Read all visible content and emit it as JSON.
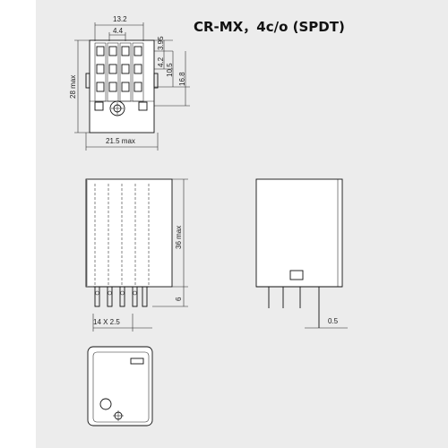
{
  "title": "CR-MX，4c/o (SPDT)",
  "dimensions": {
    "top_width_13_2": "13.2",
    "top_pitch_4_4": "4.4",
    "side_3_95": "3.95",
    "side_4_2": "4.2",
    "side_10_5": "10.5",
    "side_16_8": "16.8",
    "height_28_max": "28 max",
    "width_21_5_max": "21.5 max",
    "height_36_max": "36 max",
    "pin_length_6": "6",
    "pin_pitch": "14 X 2.5",
    "pin_thickness_0_5": "0.5"
  }
}
